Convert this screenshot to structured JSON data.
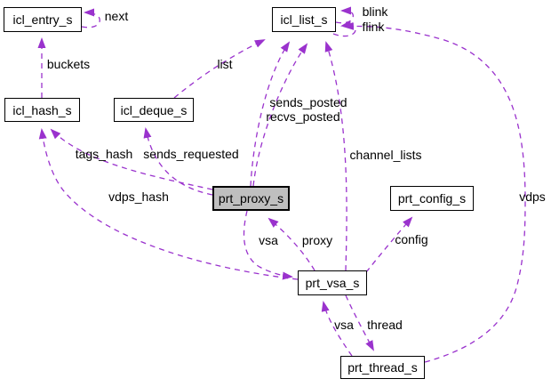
{
  "diagram": {
    "kind": "collaboration-graph",
    "background_color": "#ffffff",
    "edge_color": "#9a32cd",
    "node_border_color": "#000000",
    "highlighted_node_fill": "#bfbfbf"
  },
  "nodes": [
    {
      "id": "icl_entry_s",
      "label": "icl_entry_s",
      "highlighted": false
    },
    {
      "id": "icl_list_s",
      "label": "icl_list_s",
      "highlighted": false
    },
    {
      "id": "icl_hash_s",
      "label": "icl_hash_s",
      "highlighted": false
    },
    {
      "id": "icl_deque_s",
      "label": "icl_deque_s",
      "highlighted": false
    },
    {
      "id": "prt_proxy_s",
      "label": "prt_proxy_s",
      "highlighted": true
    },
    {
      "id": "prt_config_s",
      "label": "prt_config_s",
      "highlighted": false
    },
    {
      "id": "prt_vsa_s",
      "label": "prt_vsa_s",
      "highlighted": false
    },
    {
      "id": "prt_thread_s",
      "label": "prt_thread_s",
      "highlighted": false
    }
  ],
  "edges": [
    {
      "label": "next",
      "from": "icl_entry_s",
      "to": "icl_entry_s"
    },
    {
      "label": "buckets",
      "from": "icl_hash_s",
      "to": "icl_entry_s"
    },
    {
      "label": "list",
      "from": "icl_deque_s",
      "to": "icl_list_s"
    },
    {
      "label": "blink",
      "from": "icl_list_s",
      "to": "icl_list_s"
    },
    {
      "label": "flink",
      "from": "icl_list_s",
      "to": "icl_list_s"
    },
    {
      "label": "sends_posted",
      "from": "prt_proxy_s",
      "to": "icl_list_s"
    },
    {
      "label": "recvs_posted",
      "from": "prt_proxy_s",
      "to": "icl_list_s"
    },
    {
      "label": "channel_lists",
      "from": "prt_vsa_s",
      "to": "icl_list_s"
    },
    {
      "label": "tags_hash",
      "from": "prt_proxy_s",
      "to": "icl_hash_s"
    },
    {
      "label": "sends_requested",
      "from": "prt_proxy_s",
      "to": "icl_deque_s"
    },
    {
      "label": "vdps_hash",
      "from": "prt_vsa_s",
      "to": "icl_hash_s"
    },
    {
      "label": "vsa",
      "from": "prt_proxy_s",
      "to": "prt_vsa_s"
    },
    {
      "label": "proxy",
      "from": "prt_vsa_s",
      "to": "prt_proxy_s"
    },
    {
      "label": "config",
      "from": "prt_vsa_s",
      "to": "prt_config_s"
    },
    {
      "label": "vdps",
      "from": "prt_thread_s",
      "to": "icl_list_s"
    },
    {
      "label": "vsa",
      "from": "prt_thread_s",
      "to": "prt_vsa_s"
    },
    {
      "label": "thread",
      "from": "prt_vsa_s",
      "to": "prt_thread_s"
    }
  ]
}
